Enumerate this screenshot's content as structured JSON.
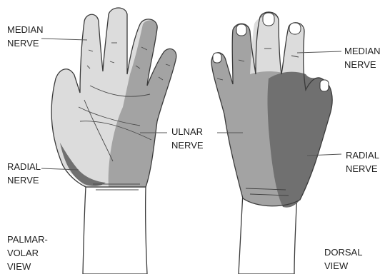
{
  "labels": {
    "median_left": [
      "MEDIAN",
      "NERVE"
    ],
    "radial_left": [
      "RADIAL",
      "NERVE"
    ],
    "ulnar_center": [
      "ULNAR",
      "NERVE"
    ],
    "median_right": [
      "MEDIAN",
      "NERVE"
    ],
    "radial_right": [
      "RADIAL",
      "NERVE"
    ],
    "palmar_view": [
      "PALMAR-",
      "VOLAR",
      "VIEW"
    ],
    "dorsal_view": [
      "DORSAL",
      "VIEW"
    ]
  },
  "colors": {
    "median": "#dcdcdc",
    "ulnar": "#a3a3a3",
    "radial": "#707070",
    "outline": "#3a3a3a",
    "skin": "#ffffff"
  }
}
